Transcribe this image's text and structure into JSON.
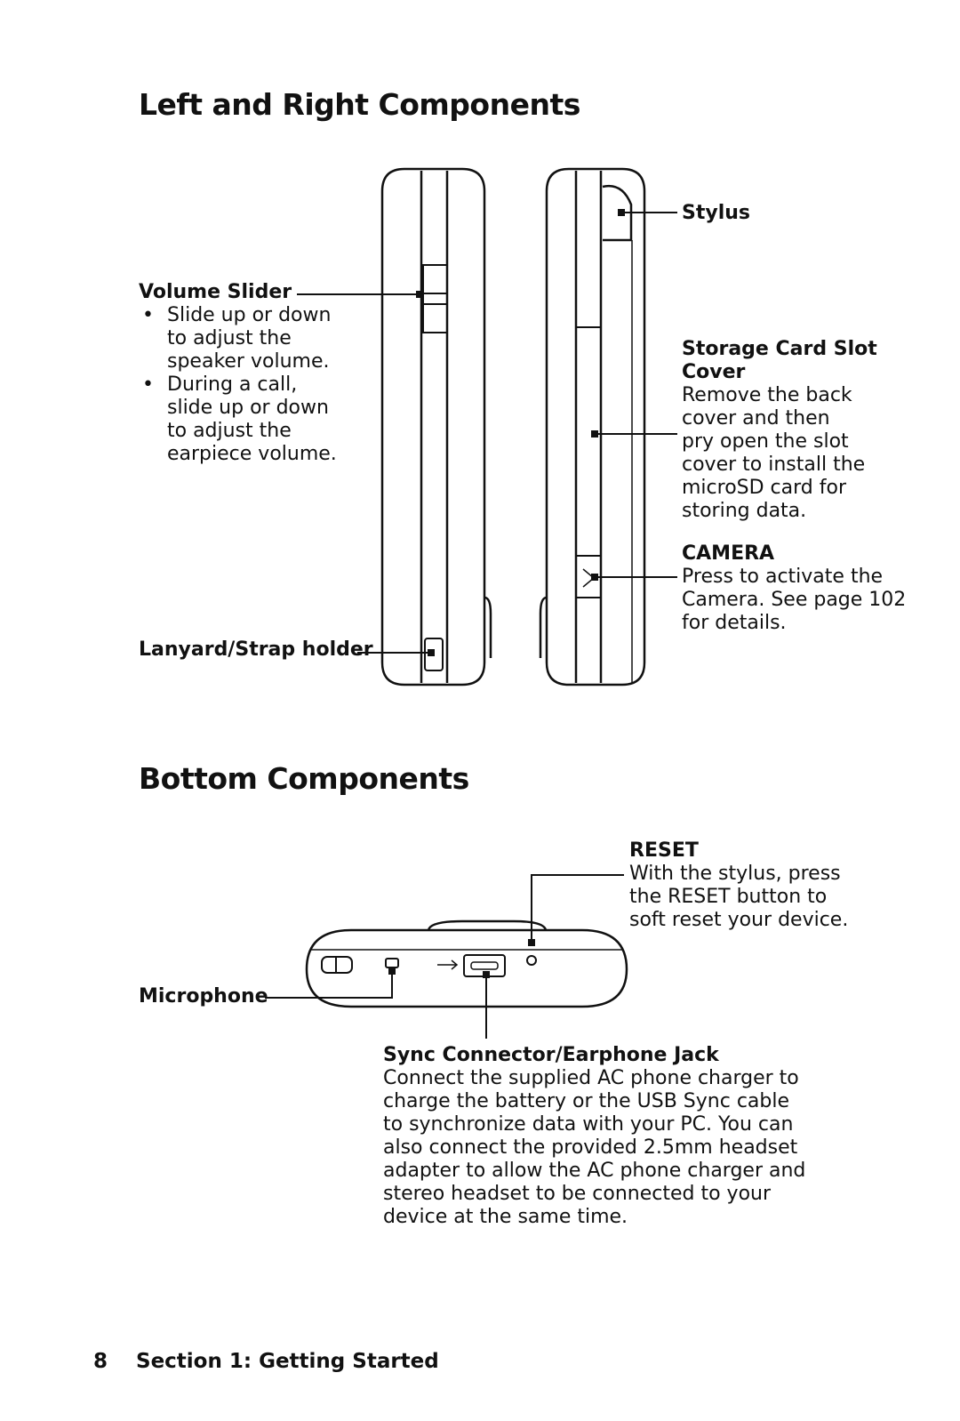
{
  "headings": {
    "left_right": "Left and Right Components",
    "bottom": "Bottom Components"
  },
  "volume_slider": {
    "title": "Volume Slider",
    "bullets": [
      [
        "Slide up or down",
        "to adjust the",
        "speaker volume."
      ],
      [
        "During a call,",
        "slide up or down",
        "to adjust the",
        "earpiece volume."
      ]
    ]
  },
  "lanyard": {
    "title": "Lanyard/Strap holder"
  },
  "stylus": {
    "title": "Stylus"
  },
  "storage": {
    "title_lines": [
      "Storage Card Slot",
      "Cover"
    ],
    "lines": [
      "Remove the back",
      "cover and then",
      "pry open the slot",
      "cover to install the",
      "microSD card for",
      "storing data."
    ]
  },
  "camera": {
    "title": "CAMERA",
    "lines": [
      "Press to activate the",
      "Camera. See page 102",
      "for details."
    ]
  },
  "reset": {
    "title": "RESET",
    "lines": [
      "With the stylus, press",
      "the RESET button to",
      "soft reset your device."
    ]
  },
  "microphone": {
    "title": "Microphone"
  },
  "sync": {
    "title": "Sync Connector/Earphone Jack",
    "lines": [
      "Connect the supplied AC phone charger to",
      "charge the battery or the USB Sync cable",
      "to synchronize data with your PC. You can",
      "also connect the provided 2.5mm headset",
      "adapter to allow the AC phone charger and",
      "stereo headset to be connected to your",
      "device at the same time."
    ]
  },
  "footer": {
    "page_number": "8",
    "section": "Section 1: Getting Started"
  }
}
